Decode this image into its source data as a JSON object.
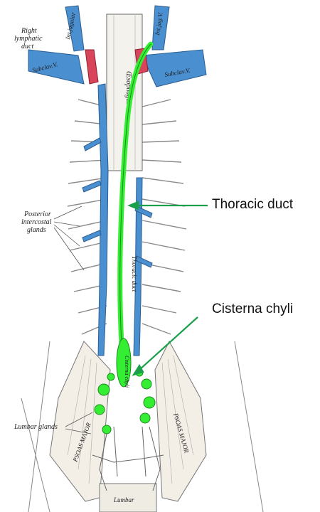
{
  "labels": {
    "thoracic_duct": "Thoracic duct",
    "cisterna_chyli": "Cisterna chyli"
  },
  "engraving_text": {
    "right_lymphatic_duct": [
      "Right",
      "lymphatic",
      "duct"
    ],
    "posterior_intercostal_glands": [
      "Posterior",
      "intercostal",
      "glands"
    ],
    "lumbar_glands": "Lumbar glands",
    "subclav_left": "Subclav.V.",
    "subclav_right": "Subclav.V.",
    "int_jugular_right": "Int.jugular",
    "int_jugular_left": "Int.jug.V.",
    "oesophagus": "Œsophagus",
    "thoracic_duct_vessel": "Thoracic duct",
    "cisterna_vessel": "Cisterna chyli",
    "psoas_major_left": "PSOAS MAJOR",
    "psoas_major_right": "PSOAS MAJOR",
    "lumbar": "Lumbar"
  },
  "colors": {
    "lymph_highlight": "#33ee33",
    "callout_line": "#1aa04a",
    "vein": "#4a8fd0",
    "artery": "#d8455a",
    "engraving": "#555555"
  }
}
